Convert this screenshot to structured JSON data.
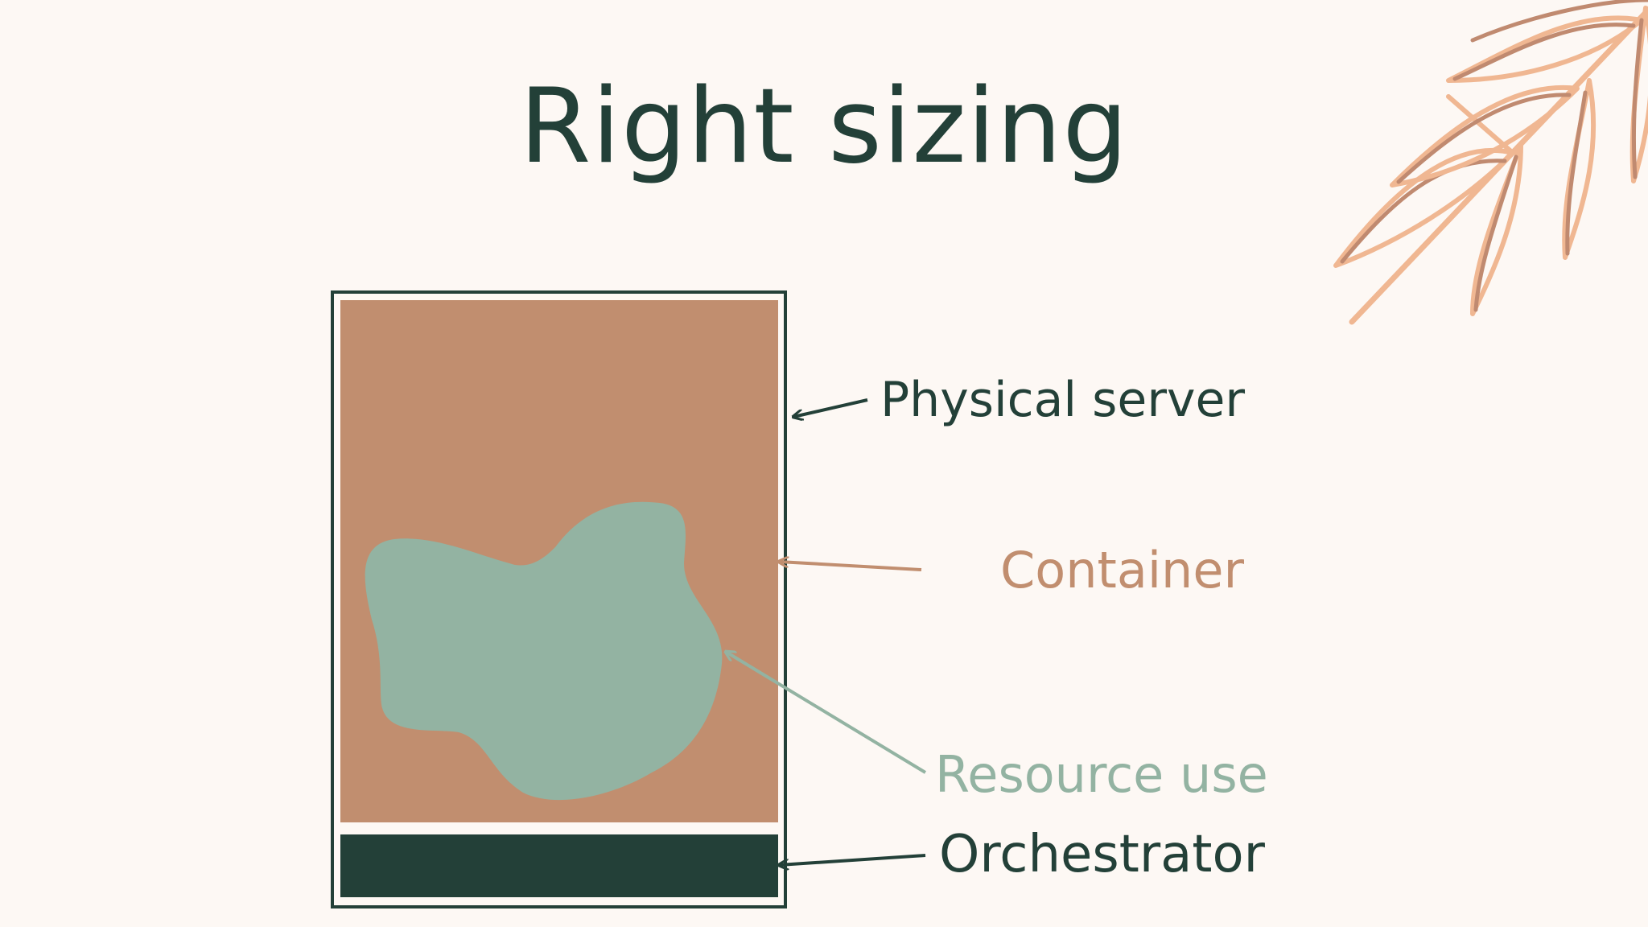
{
  "title": "Right sizing",
  "labels": {
    "physical_server": "Physical server",
    "container": "Container",
    "resource_use": "Resource use",
    "orchestrator": "Orchestrator"
  },
  "colors": {
    "background": "#fdf8f4",
    "dark_green": "#234038",
    "container_tan": "#c18e6f",
    "resource_sage": "#93b3a2",
    "leaf_brown": "#c08a70",
    "leaf_peach": "#f0b792"
  },
  "icons": {
    "decoration": "leaf-branch-icon"
  }
}
